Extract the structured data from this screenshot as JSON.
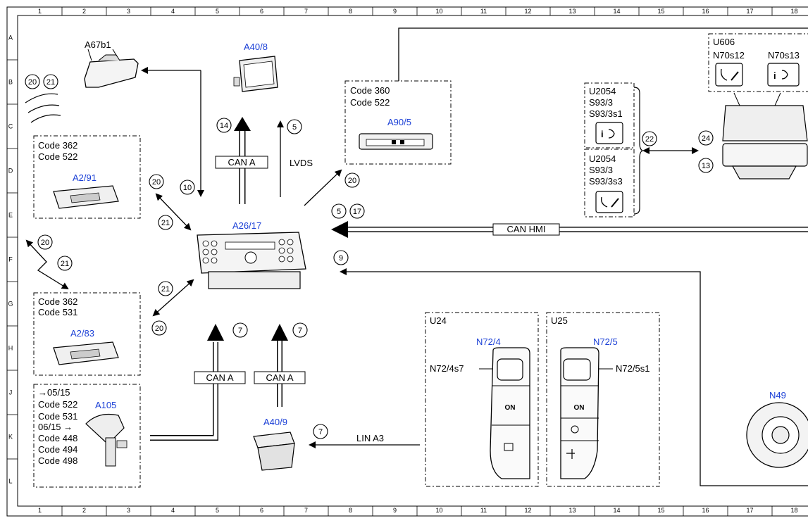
{
  "grid": {
    "columns": [
      "1",
      "2",
      "3",
      "4",
      "5",
      "6",
      "7",
      "8",
      "9",
      "10",
      "11",
      "12",
      "13",
      "14",
      "15",
      "16",
      "17",
      "18"
    ],
    "rows": [
      "A",
      "B",
      "C",
      "D",
      "E",
      "F",
      "G",
      "H",
      "J",
      "K",
      "L"
    ]
  },
  "components": {
    "A67b1": "A67b1",
    "A40_8": "A40/8",
    "A90_5": "A90/5",
    "A2_91": "A2/91",
    "A26_17": "A26/17",
    "A2_83": "A2/83",
    "A105": "A105",
    "A40_9": "A40/9",
    "N72_4": "N72/4",
    "N72_4s7": "N72/4s7",
    "N72_5": "N72/5",
    "N72_5s1": "N72/5s1",
    "N49": "N49",
    "U606": "U606",
    "N70s12": "N70s12",
    "N70s13": "N70s13",
    "N_partial": "N",
    "U2054_a": "U2054",
    "S93_3_a": "S93/3",
    "S93_3s1": "S93/3s1",
    "U2054_b": "U2054",
    "S93_3_b": "S93/3",
    "S93_3s3": "S93/3s3",
    "U24": "U24",
    "U25": "U25"
  },
  "codes": {
    "box_A90": [
      "Code 360",
      "Code 522"
    ],
    "box_A291": [
      "Code 362",
      "Code 522"
    ],
    "box_A283": [
      "Code 362",
      "Code 531"
    ],
    "box_A105": [
      "→05/15",
      "Code 522",
      "Code 531",
      "06/15 →",
      "Code 448",
      "Code 494",
      "Code 498"
    ]
  },
  "buses": {
    "can_a_top": "CAN A",
    "lvds": "LVDS",
    "can_hmi": "CAN HMI",
    "can_a_left": "CAN A",
    "can_a_right": "CAN A",
    "lin_a3": "LIN A3"
  },
  "markers": {
    "m20_a": "20",
    "m21_a": "21",
    "m10": "10",
    "m14": "14",
    "m5_a": "5",
    "m20_b": "20",
    "m20_c": "20",
    "m21_b": "21",
    "m20_d": "20",
    "m21_c": "21",
    "m21_d": "21",
    "m20_e": "20",
    "m5_b": "5",
    "m17": "17",
    "m9": "9",
    "m7_a": "7",
    "m7_b": "7",
    "m7_c": "7",
    "m22": "22",
    "m24": "24",
    "m13": "13"
  },
  "buttons": {
    "on_left": "ON",
    "on_right": "ON"
  },
  "colors": {
    "component_label": "#1a3fd6",
    "line": "#000000"
  }
}
